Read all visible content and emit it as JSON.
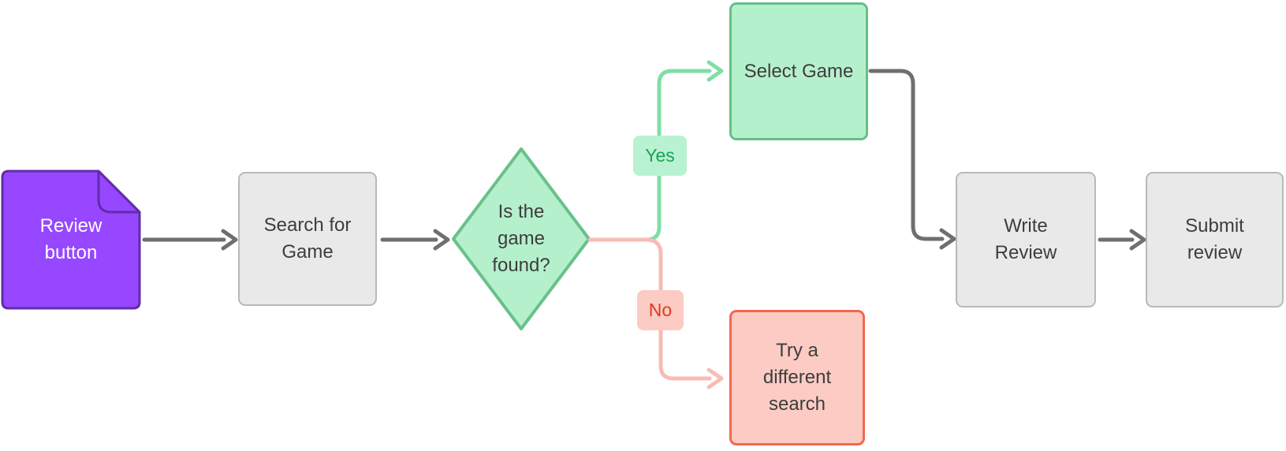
{
  "diagram": {
    "nodes": {
      "review": {
        "label": "Review\nbutton",
        "type": "note"
      },
      "search": {
        "label": "Search for\nGame",
        "type": "process"
      },
      "decision": {
        "label": "Is the\ngame\nfound?",
        "type": "decision"
      },
      "select": {
        "label": "Select Game",
        "type": "process"
      },
      "try": {
        "label": "Try a\ndifferent\nsearch",
        "type": "process"
      },
      "write": {
        "label": "Write\nReview",
        "type": "process"
      },
      "submit": {
        "label": "Submit\nreview",
        "type": "process"
      }
    },
    "edge_labels": {
      "yes": "Yes",
      "no": "No"
    },
    "colors": {
      "note_fill": "#9747ff",
      "note_border": "#5f2daa",
      "note_text": "#ffffff",
      "process_fill": "#e9e9e9",
      "process_border": "#b9b9b9",
      "process_text": "#3d3d3d",
      "green_fill": "#b5f0cc",
      "green_border": "#64c087",
      "red_fill": "#fccbc4",
      "red_border": "#f2684e",
      "yes_label_bg": "#b9f2d2",
      "yes_label_text": "#16a355",
      "no_label_bg": "#fccbc4",
      "no_label_text": "#de3a1d",
      "edge_gray": "#6f6f6f",
      "edge_green": "#7edfa4",
      "edge_pink": "#f8bcb5"
    }
  }
}
